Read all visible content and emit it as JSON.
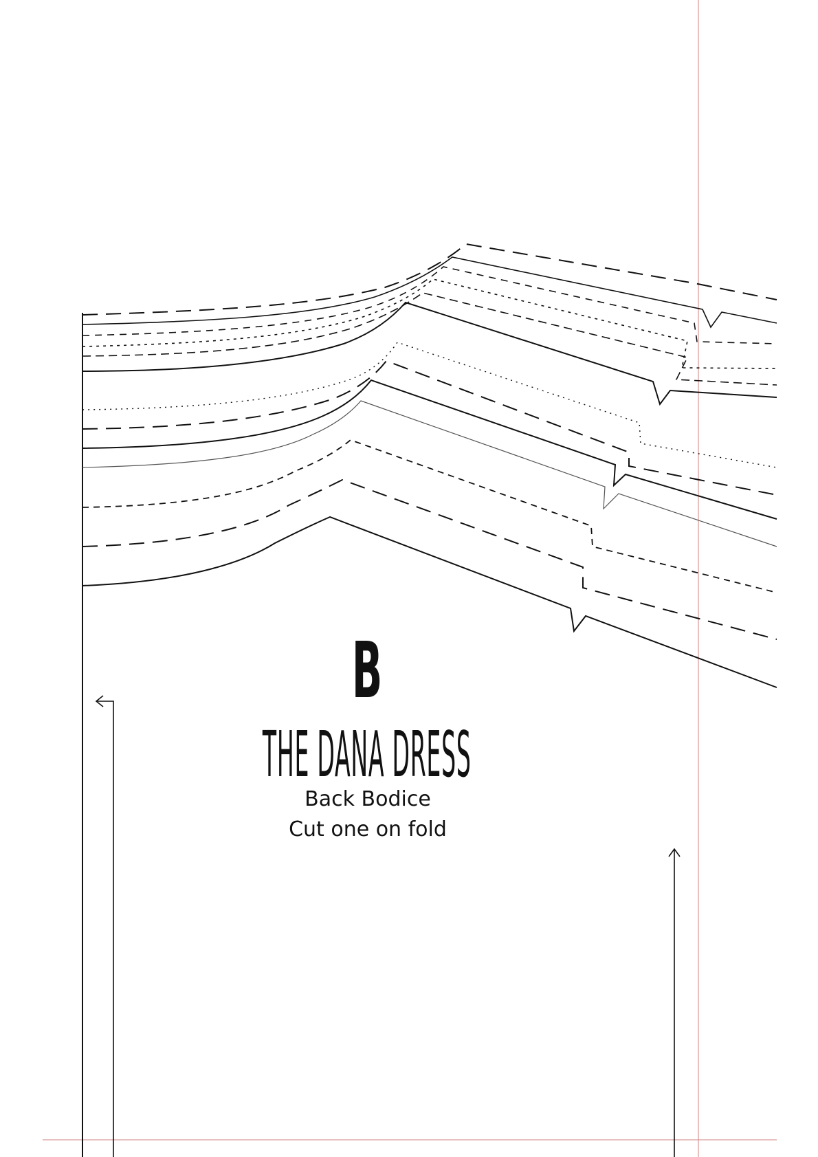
{
  "pattern": {
    "piece_letter": "B",
    "title": "THE DANA DRESS",
    "piece_name": "Back Bodice",
    "cut_instruction": "Cut one on fold"
  },
  "colors": {
    "ink": "#111111",
    "line": "#1a1a1a",
    "page_boundary": "#c0392b"
  }
}
